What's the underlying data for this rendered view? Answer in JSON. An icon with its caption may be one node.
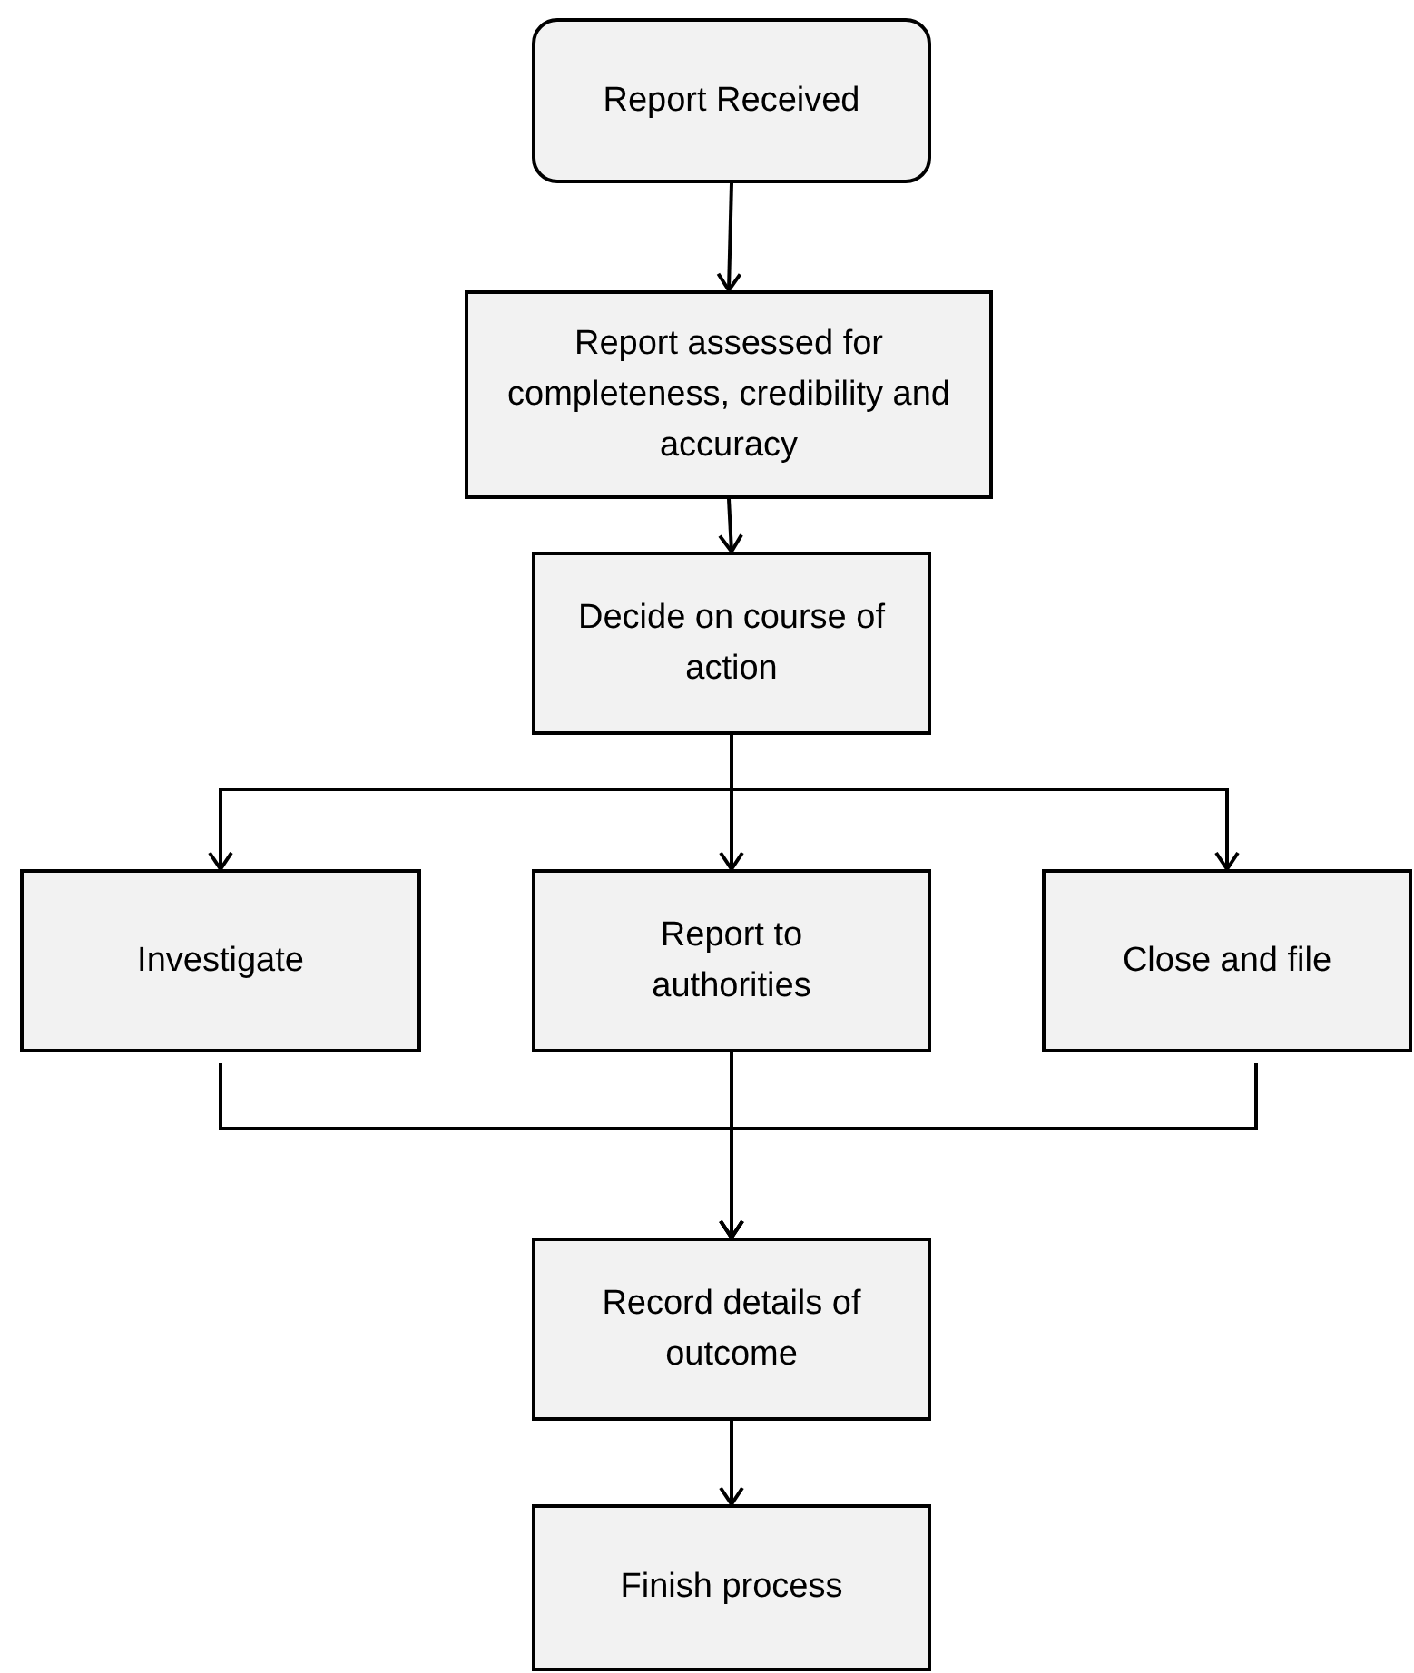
{
  "diagram": {
    "nodes": [
      {
        "text": [
          "Report Received"
        ]
      },
      {
        "text": [
          "Report assessed for completeness, credibility and accuracy"
        ]
      },
      {
        "text": [
          "Decide on course of action"
        ]
      },
      {
        "text": [
          "Investigate"
        ]
      },
      {
        "text": [
          "Report to authorities"
        ]
      },
      {
        "text": [
          "Close and file"
        ]
      },
      {
        "text": [
          "Record details of outcome"
        ]
      },
      {
        "text": [
          "Finish process"
        ]
      }
    ],
    "edges": [
      {
        "from": 0,
        "to": 1,
        "arrow": "to"
      },
      {
        "from": 1,
        "to": 2,
        "arrow": "to"
      },
      {
        "from": 2,
        "to": 3,
        "arrow": "to"
      },
      {
        "from": 2,
        "to": 4,
        "arrow": "to"
      },
      {
        "from": 2,
        "to": 5,
        "arrow": "to"
      },
      {
        "from": 3,
        "to": 6,
        "arrow": "to"
      },
      {
        "from": 4,
        "to": 6,
        "arrow": "to"
      },
      {
        "from": 5,
        "to": 6,
        "arrow": "to"
      },
      {
        "from": 6,
        "to": 7,
        "arrow": "to"
      }
    ]
  }
}
